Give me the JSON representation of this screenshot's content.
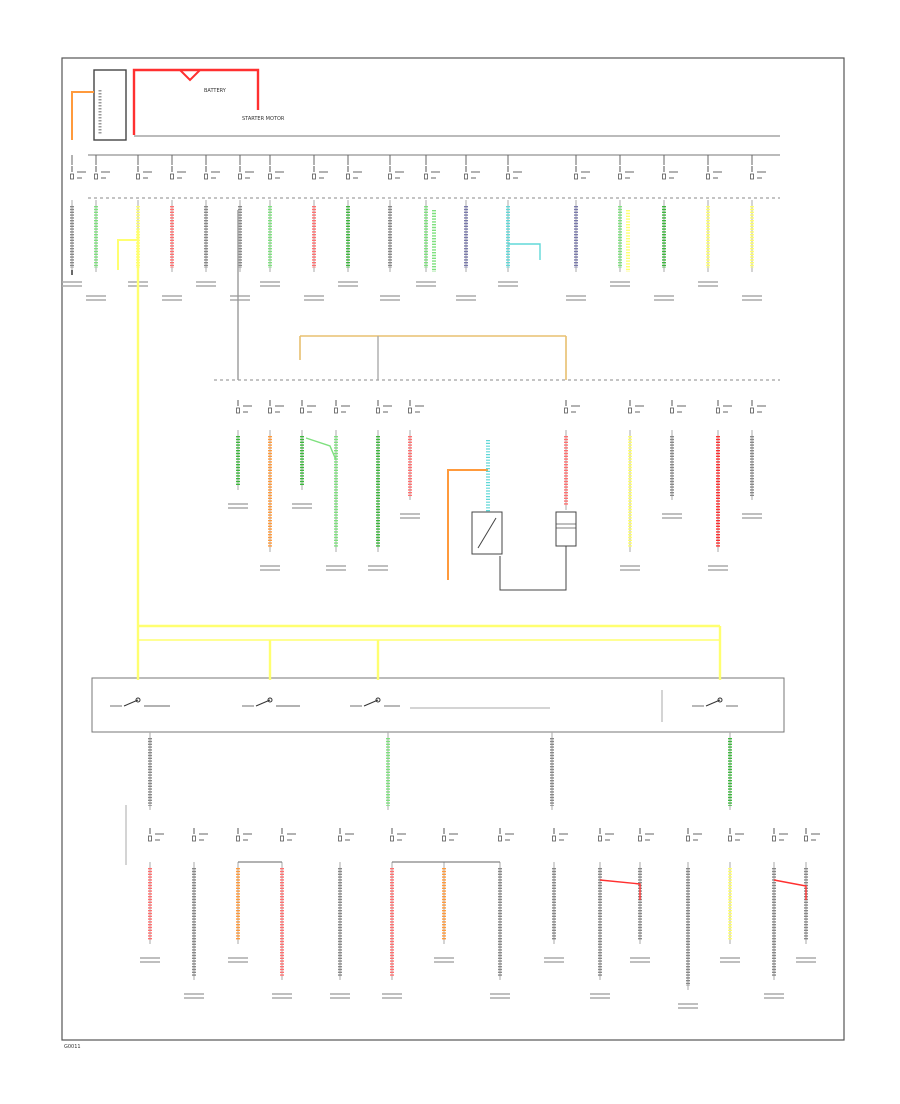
{
  "colors": {
    "battery_feed": "#ff3030",
    "ignition_feed": "#ffff70",
    "light_green": "#7ee07e",
    "green": "#3cb63c",
    "gray": "#888888",
    "orange": "#ff9a3c",
    "blue_gray": "#7878aa",
    "cyan": "#60d8d8",
    "pink": "#ff7070",
    "black": "#444444"
  },
  "icons": [
    "fusible-link-icon",
    "battery-icon",
    "fuse-icon",
    "ignition-switch-icon",
    "relay-icon",
    "ground-icon"
  ],
  "labels": {
    "battery": "BATTERY",
    "starter": "STARTER MOTOR",
    "footer": "G0011"
  }
}
